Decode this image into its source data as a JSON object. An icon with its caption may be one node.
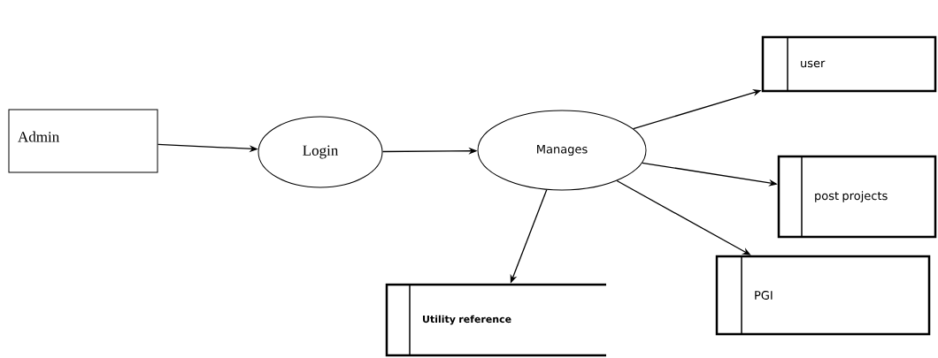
{
  "diagram": {
    "nodes": [
      {
        "text": [
          "Admin"
        ]
      },
      {
        "text": [
          "Login"
        ]
      },
      {
        "text": [
          "Manages"
        ]
      },
      {
        "text": [
          "user"
        ]
      },
      {
        "text": [
          "post projects"
        ]
      },
      {
        "text": [
          "PGI"
        ]
      },
      {
        "text": [
          "Utility reference"
        ]
      }
    ],
    "edges": [
      {
        "from": 0,
        "to": 1,
        "arrow": "to"
      },
      {
        "from": 1,
        "to": 2,
        "arrow": "to"
      },
      {
        "from": 2,
        "to": 3,
        "arrow": "to"
      },
      {
        "from": 2,
        "to": 4,
        "arrow": "to"
      },
      {
        "from": 2,
        "to": 5,
        "arrow": "to"
      },
      {
        "from": 2,
        "to": 6,
        "arrow": "to"
      }
    ]
  }
}
